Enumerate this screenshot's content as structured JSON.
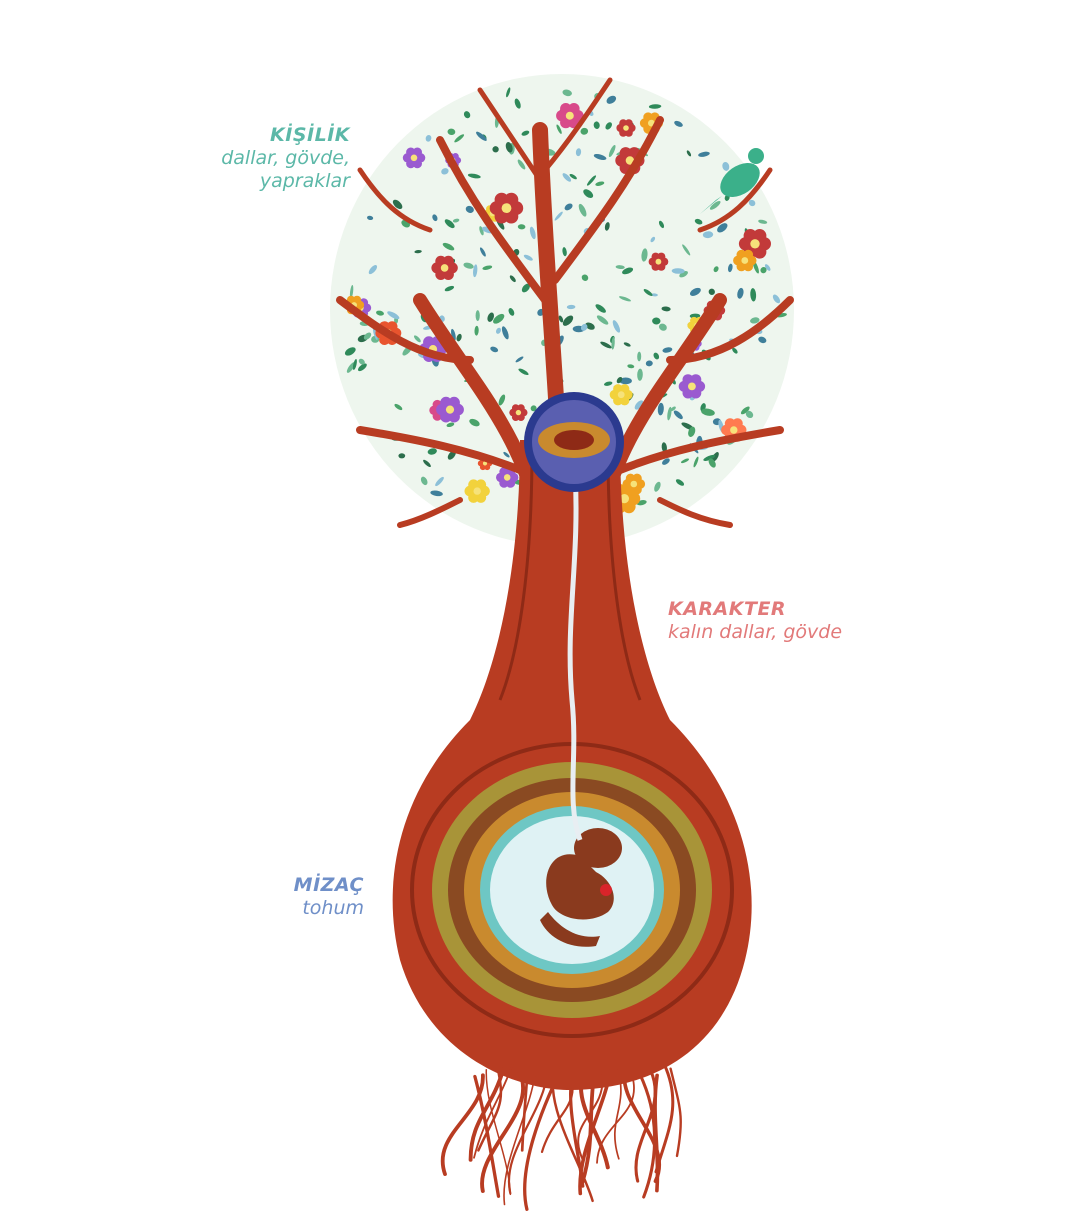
{
  "labels": {
    "kisilik": {
      "title": "KİŞİLİK",
      "lines": [
        "dallar, gövde,",
        "yapraklar"
      ]
    },
    "karakter": {
      "title": "KARAKTER",
      "lines": [
        "kalın dallar, gövde"
      ]
    },
    "mizac": {
      "title": "MİZAÇ",
      "lines": [
        "tohum"
      ]
    }
  },
  "colors": {
    "kisilik": "#5cb8a8",
    "karakter": "#e27a7a",
    "mizac": "#6f8fc8",
    "trunk": "#b83c22",
    "trunk_dark": "#8e2a16",
    "ring_ochre": "#c98a2e",
    "ring_brown": "#8a4a22",
    "ring_olive": "#a89438",
    "seed_fill": "#dff2f4",
    "seed_edge": "#6ec7c4",
    "eye_blue": "#2b3a8f"
  }
}
